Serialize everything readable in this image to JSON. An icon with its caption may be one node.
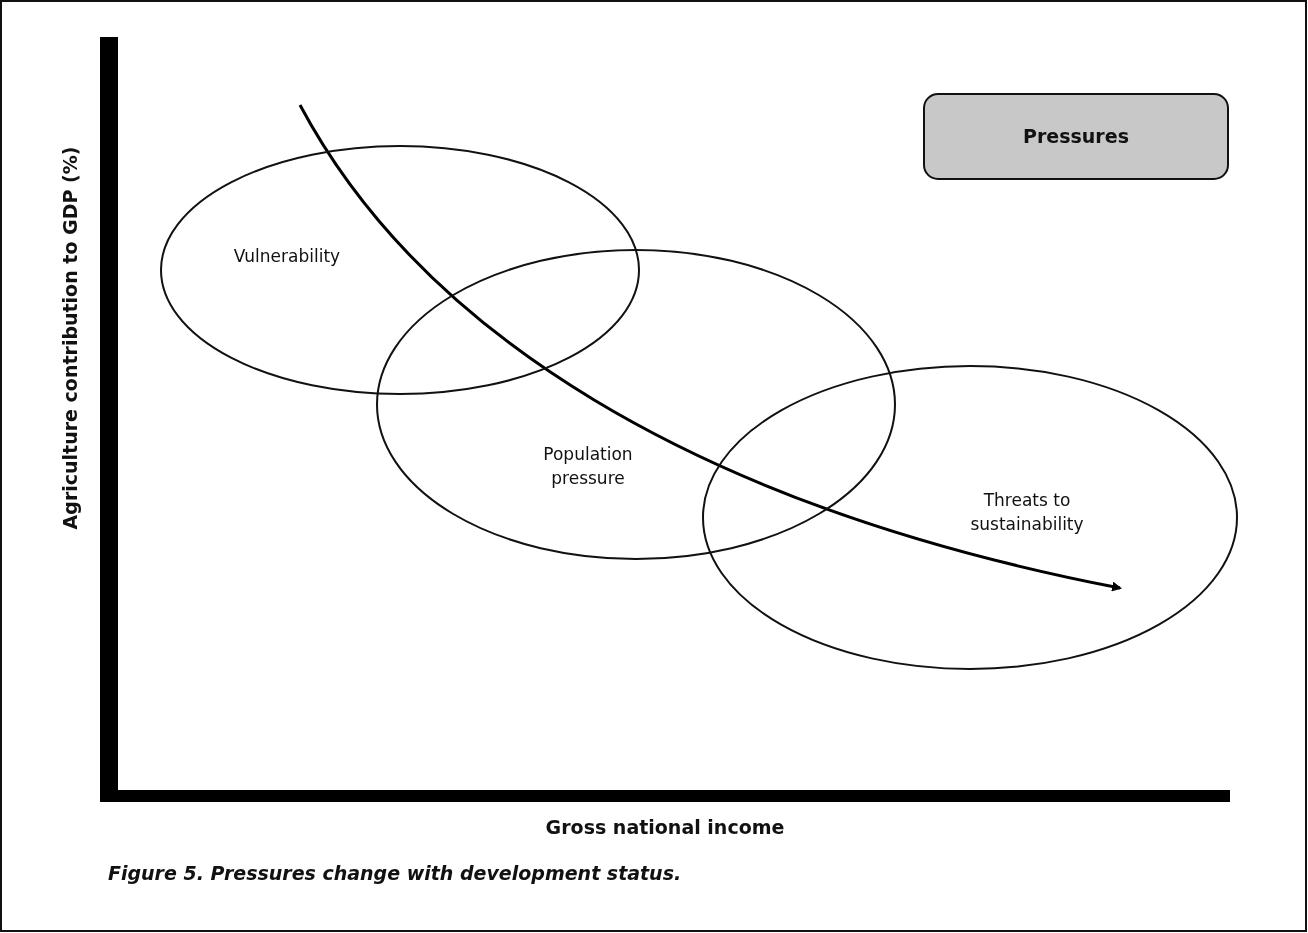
{
  "diagram": {
    "caption": "Figure 5. Pressures change with development status.",
    "nodes": [
      {
        "text": [
          "Vulnerability"
        ]
      },
      {
        "text": [
          "Population pressure"
        ]
      },
      {
        "text": [
          "Threats to sustainability"
        ]
      },
      {
        "text": [
          "Pressures"
        ]
      }
    ],
    "edges": [],
    "labels": [
      "Agriculture contribution to GDP (%)",
      "Gross national income"
    ]
  }
}
